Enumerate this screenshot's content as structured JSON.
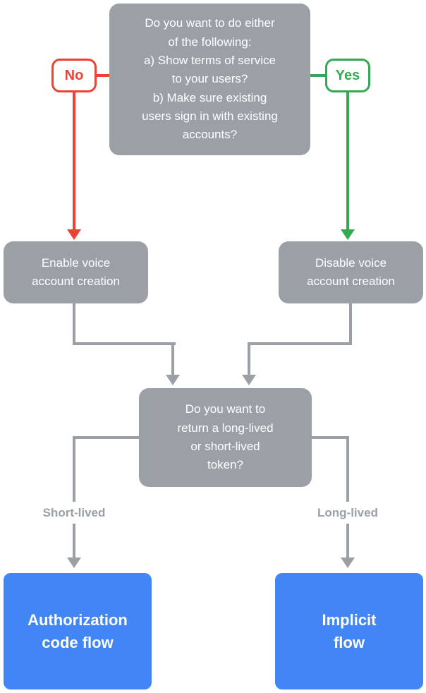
{
  "colors": {
    "gray": "#9AA0A6",
    "red": "#EA4335",
    "green": "#34A853",
    "blue": "#4285F4",
    "white": "#FFFFFF"
  },
  "nodes": {
    "top_question": "Do you want to do either\nof the following:\na) Show terms of service\nto your users?\nb) Make sure existing\nusers sign in with existing\naccounts?",
    "no_label": "No",
    "yes_label": "Yes",
    "enable": "Enable voice\naccount creation",
    "disable": "Disable voice\naccount creation",
    "token_question": "Do you want to\nreturn a long-lived\nor short-lived\ntoken?",
    "short_lived_label": "Short-lived",
    "long_lived_label": "Long-lived",
    "authorization": "Authorization\ncode flow",
    "implicit": "Implicit\nflow"
  }
}
